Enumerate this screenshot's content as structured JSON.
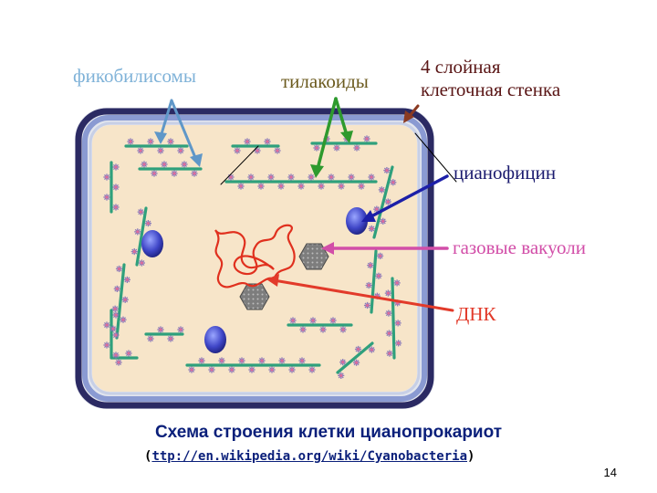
{
  "labels": {
    "phycobilisomes": "фикобилисомы",
    "thylakoids": "тилакоиды",
    "cell_wall_line1": "4 слойная",
    "cell_wall_line2": "клеточная стенка",
    "cyanophycin": "цианофицин",
    "gas_vacuoles": "газовые вакуоли",
    "dna": "ДНК"
  },
  "caption": "Схема строения клетки цианопрокариот",
  "source": {
    "open": "(",
    "url": "ttp://en.wikipedia.org/wiki/Cyanobacteria",
    "close": ")"
  },
  "page_number": "14",
  "colors": {
    "label_light_blue": "#7fb2d8",
    "label_olive": "#6b5a1e",
    "label_brown": "#5a1616",
    "label_navy": "#1a1a6e",
    "label_pink": "#d24ea8",
    "label_red": "#e23a2a",
    "cytoplasm": "#f7e5c9",
    "thylakoid": "#2fa07c",
    "wall_dark": "#2b2a63"
  }
}
